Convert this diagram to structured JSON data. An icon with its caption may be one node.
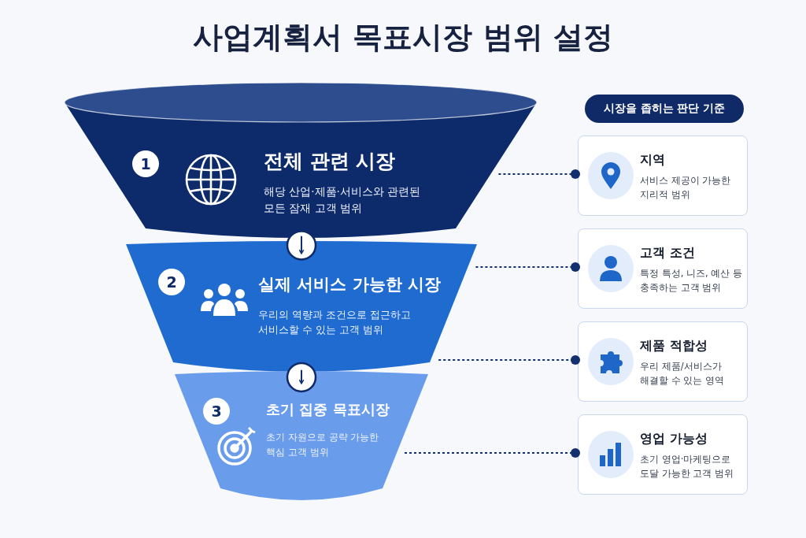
{
  "diagram": {
    "title": "사업계획서 목표시장 범위 설정",
    "nodes": [
      {
        "text": [
          "1",
          "전체 관련 시장",
          "해당 산업·제품·서비스와 관련된 모든 잠재 고객 범위"
        ]
      },
      {
        "text": [
          "2",
          "실제 서비스 가능한 시장",
          "우리의 역량과 조건으로 접근하고 서비스할 수 있는 고객 범위"
        ]
      },
      {
        "text": [
          "3",
          "초기 집중 목표시장",
          "초기 자원으로 공략 가능한 핵심 고객 범위"
        ]
      },
      {
        "text": [
          "시장을 좁히는 판단 기준"
        ]
      },
      {
        "text": [
          "지역",
          "서비스 제공이 가능한 지리적 범위"
        ]
      },
      {
        "text": [
          "고객 조건",
          "특정 특성, 니즈, 예산 등 충족하는 고객 범위"
        ]
      },
      {
        "text": [
          "제품 적합성",
          "우리 제품/서비스가 해결할 수 있는 영역"
        ]
      },
      {
        "text": [
          "영업 가능성",
          "초기 영업·마케팅으로 도달 가능한 고객 범위"
        ]
      }
    ],
    "edges": [
      {
        "from": 0,
        "to": 1,
        "arrow": "to"
      },
      {
        "from": 1,
        "to": 2,
        "arrow": "to"
      },
      {
        "from": 0,
        "to": 4,
        "arrow": "other",
        "style": "dashed"
      },
      {
        "from": 1,
        "to": 5,
        "arrow": "other",
        "style": "dashed"
      },
      {
        "from": 1,
        "to": 6,
        "arrow": "other",
        "style": "dashed"
      },
      {
        "from": 2,
        "to": 7,
        "arrow": "other",
        "style": "dashed"
      }
    ]
  }
}
